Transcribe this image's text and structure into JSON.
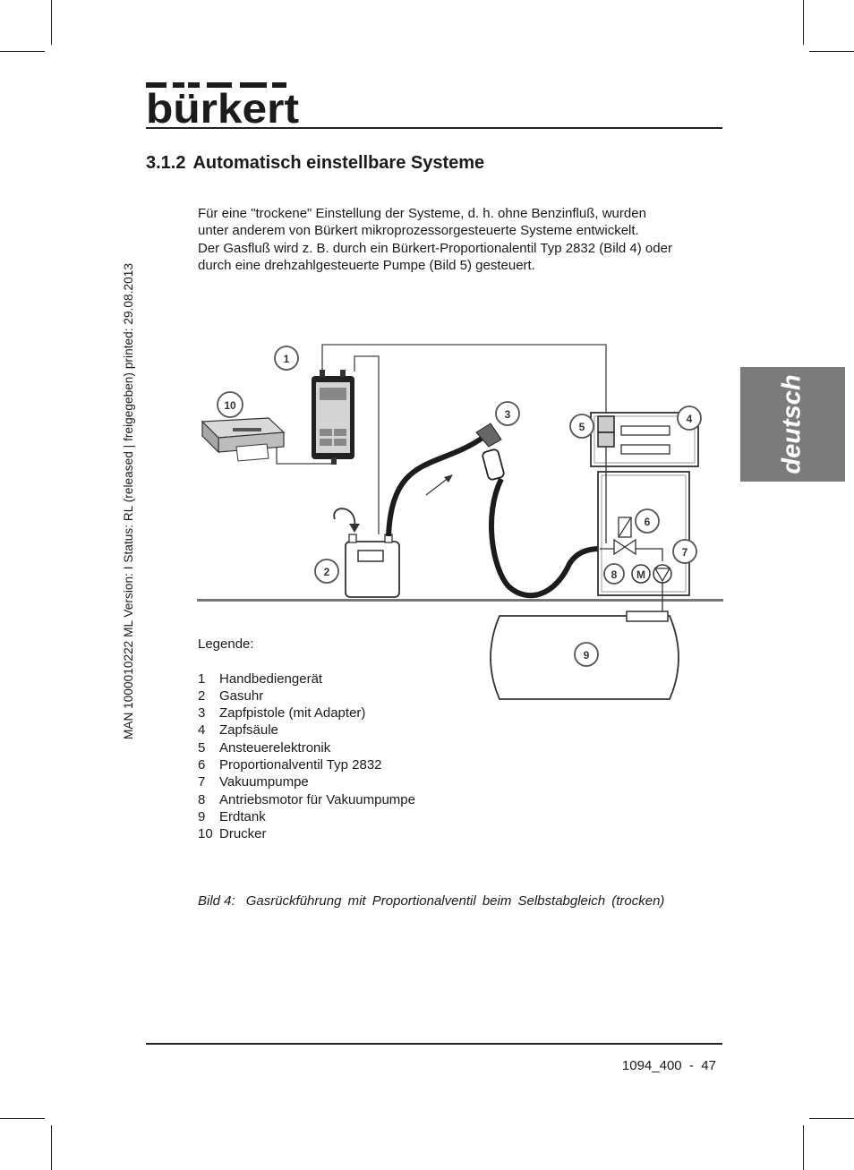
{
  "header": {
    "logo_text": "bürkert"
  },
  "section": {
    "number": "3.1.2",
    "title": "Automatisch einstellbare Systeme"
  },
  "intro": {
    "line1": "Für eine \"trockene\" Einstellung der Systeme, d. h. ohne Benzinfluß, wurden",
    "line2": "unter anderem von Bürkert mikroprozessorgesteuerte Systeme entwickelt.",
    "line3": "Der Gasfluß wird z. B. durch ein Bürkert-Proportionalentil Typ 2832 (Bild 4) oder",
    "line4": "durch eine drehzahlgesteuerte Pumpe (Bild 5) gesteuert."
  },
  "side_meta": "MAN  1000010222  ML  Version: I  Status: RL (released | freigegeben)  printed: 29.08.2013",
  "language_tab": "deutsch",
  "diagram": {
    "callouts": [
      "1",
      "2",
      "3",
      "4",
      "5",
      "6",
      "7",
      "8",
      "9",
      "10"
    ],
    "motor_label": "M"
  },
  "legend": {
    "title": "Legende:",
    "items": [
      {
        "num": "1",
        "label": "Handbediengerät"
      },
      {
        "num": "2",
        "label": "Gasuhr"
      },
      {
        "num": "3",
        "label": "Zapfpistole (mit Adapter)"
      },
      {
        "num": "4",
        "label": "Zapfsäule"
      },
      {
        "num": "5",
        "label": "Ansteuerelektronik"
      },
      {
        "num": "6",
        "label": "Proportionalventil Typ 2832"
      },
      {
        "num": "7",
        "label": "Vakuumpumpe"
      },
      {
        "num": "8",
        "label": "Antriebsmotor für Vakuumpumpe"
      },
      {
        "num": "9",
        "label": "Erdtank"
      },
      {
        "num": "10",
        "label": "Drucker"
      }
    ]
  },
  "caption": {
    "label": "Bild 4:",
    "text": "Gasrückführung mit Proportionalventil beim Selbstabgleich (trocken)"
  },
  "footer": {
    "page_ref": "1094_400  -  47"
  }
}
